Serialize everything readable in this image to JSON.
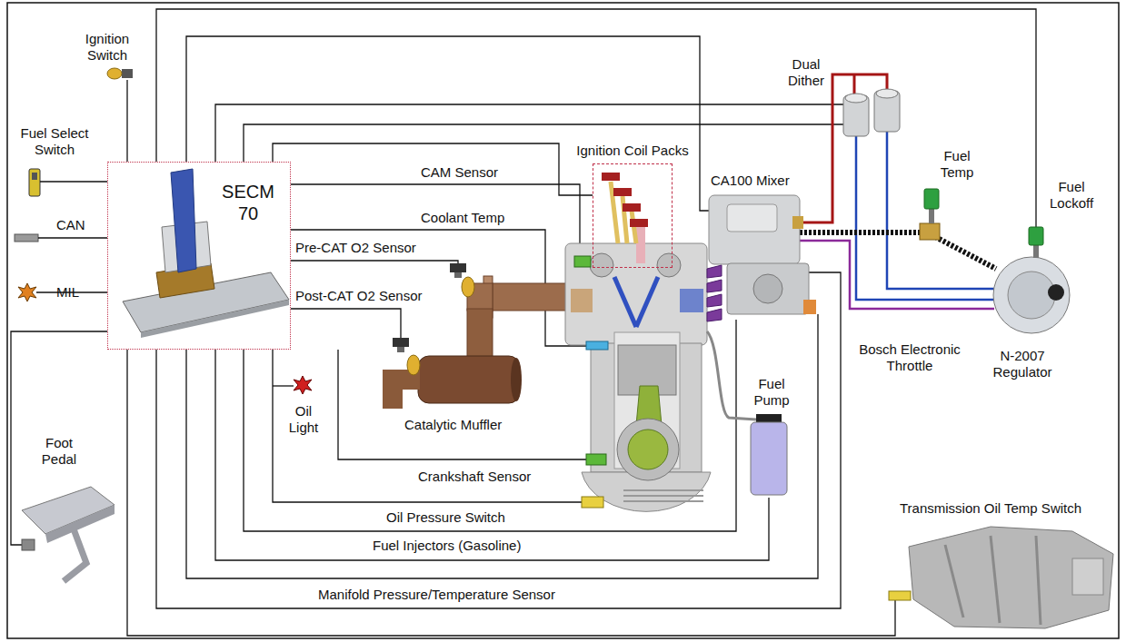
{
  "diagram": {
    "nodes": [
      {
        "text": [
          "SECM 70"
        ]
      },
      {
        "text": [
          "Ignition Coil Packs"
        ]
      }
    ],
    "edges": [
      {
        "from": 0,
        "to": 1,
        "arrow": "none"
      }
    ],
    "labels": [
      "Ignition Switch",
      "Dual Dither",
      "Fuel Select Switch",
      "CAM Sensor",
      "CA100 Mixer",
      "Fuel Temp",
      "Fuel Lockoff",
      "Coolant Temp",
      "CAN",
      "Pre-CAT O2 Sensor",
      "MIL",
      "Post-CAT O2 Sensor",
      "Bosch Electronic Throttle",
      "N-2007 Regulator",
      "Fuel Pump",
      "Oil Light",
      "Catalytic Muffler",
      "Foot Pedal",
      "Crankshaft Sensor",
      "Transmission Oil Temp Switch",
      "Oil Pressure Switch",
      "Fuel Injectors (Gasoline)",
      "Manifold Pressure/Temperature Sensor"
    ]
  }
}
